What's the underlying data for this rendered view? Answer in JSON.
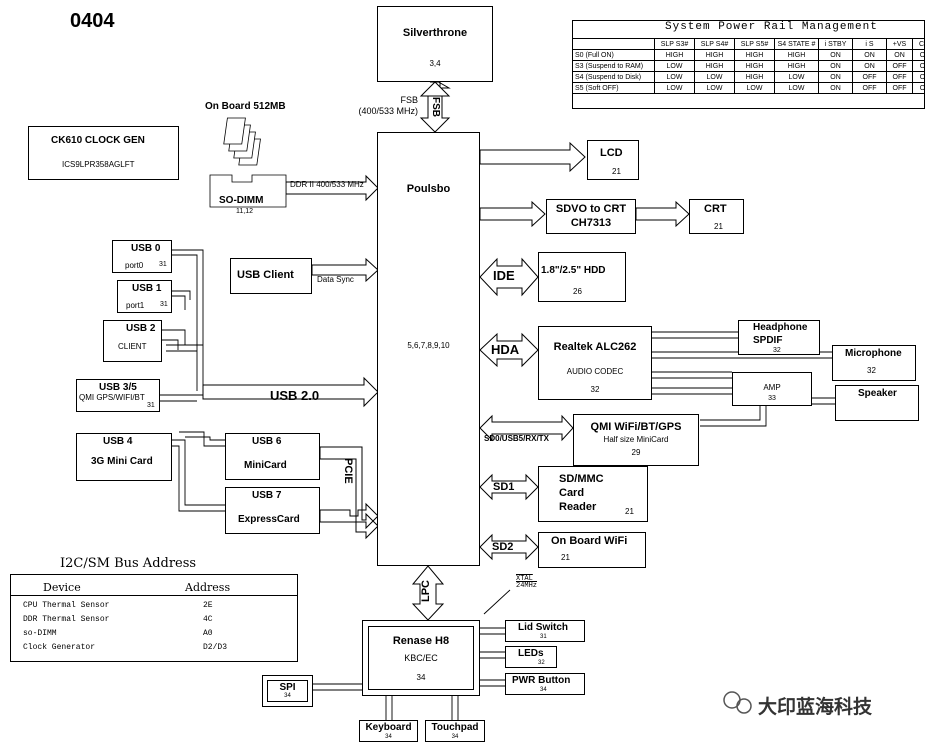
{
  "title": "0404",
  "cpu": {
    "name": "Silverthrone",
    "page": "3,4"
  },
  "fsb": {
    "label": "FSB",
    "speed": "(400/533 MHz)"
  },
  "memory": {
    "onboard": "On Board 512MB",
    "sodimm": "SO-DIMM",
    "sodimm_page": "11,12",
    "ddr": "DDR II  400/533 MHz"
  },
  "clock": {
    "title": "CK610 CLOCK GEN",
    "part": "ICS9LPR358AGLFT"
  },
  "chipset": {
    "name": "Poulsbo",
    "pages": "5,6,7,8,9,10"
  },
  "usb": {
    "usb0": "USB 0",
    "usb0_port": "port0",
    "usb0_page": "31",
    "usb1": "USB 1",
    "usb1_port": "port1",
    "usb1_page": "31",
    "usb2": "USB 2",
    "usb2_sub": "CLIENT",
    "usb35": "USB 3/5",
    "usb35_sub": "QMI GPS/WIFI/BT",
    "usb35_page": "31",
    "usb4": "USB 4",
    "usb4_sub": "3G Mini Card",
    "usb6": "USB 6",
    "usb6_sub": "MiniCard",
    "usb7": "USB 7",
    "usb7_sub": "ExpressCard",
    "client": "USB Client",
    "datasync": "Data Sync",
    "bus": "USB 2.0",
    "pcie": "PCIE"
  },
  "right": {
    "lcd": "LCD",
    "lcd_page": "21",
    "sdvo": "SDVO to CRT",
    "sdvo_chip": "CH7313",
    "crt": "CRT",
    "crt_page": "21",
    "ide": "IDE",
    "hdd": "1.8\"/2.5\" HDD",
    "hdd_page": "26",
    "hda": "HDA",
    "codec": "Realtek ALC262",
    "codec_sub": "AUDIO CODEC",
    "codec_page": "32",
    "headphone": "Headphone",
    "spdif": "SPDIF",
    "headphone_page": "32",
    "mic": "Microphone",
    "mic_page": "32",
    "amp": "AMP",
    "amp_page": "33",
    "speaker": "Speaker",
    "sdbus": "SD0/USB5/RX/TX",
    "qmi": "QMI WiFi/BT/GPS",
    "qmi_sub": "Half size MiniCard",
    "qmi_page": "29",
    "sd1": "SD1",
    "sdcard": "SD/MMC",
    "sdcard2": "Card",
    "sdcard3": "Reader",
    "sdcard_page": "21",
    "sd2": "SD2",
    "wifi": "On Board WiFi",
    "wifi_page": "21"
  },
  "kbc": {
    "lpc": "LPC",
    "name": "Renase H8",
    "sub": "KBC/EC",
    "page": "34",
    "xtal": "XTAL",
    "xtal_freq": "24MHz",
    "lid": "Lid Switch",
    "lid_page": "31",
    "leds": "LEDs",
    "leds_page": "32",
    "pwr": "PWR Button",
    "pwr_page": "34",
    "spi": "SPI",
    "spi_page": "34",
    "kb": "Keyboard",
    "kb_page": "34",
    "tp": "Touchpad",
    "tp_page": "34"
  },
  "power_table": {
    "title": "System Power Rail Management",
    "headers": [
      "",
      "SLP S3#",
      "SLP S4#",
      "SLP S5#",
      "S4 STATE #",
      "i STBY",
      "i S",
      "+VS",
      "CI"
    ],
    "rows": [
      [
        "S0  (Full ON)",
        "HIGH",
        "HIGH",
        "HIGH",
        "HIGH",
        "ON",
        "ON",
        "ON",
        "O"
      ],
      [
        "S3  (Suspend to RAM)",
        "LOW",
        "HIGH",
        "HIGH",
        "HIGH",
        "ON",
        "ON",
        "OFF",
        "O"
      ],
      [
        "S4  (Suspend to Disk)",
        "LOW",
        "LOW",
        "HIGH",
        "LOW",
        "ON",
        "OFF",
        "OFF",
        "O"
      ],
      [
        "S5  (Soft OFF)",
        "LOW",
        "LOW",
        "LOW",
        "LOW",
        "ON",
        "OFF",
        "OFF",
        "O"
      ]
    ]
  },
  "i2c": {
    "title": "I2C/SM Bus Address",
    "headers": [
      "Device",
      "Address"
    ],
    "rows": [
      [
        "CPU Thermal Sensor",
        "2E"
      ],
      [
        "DDR Thermal Sensor",
        "4C"
      ],
      [
        "so-DIMM",
        "A0"
      ],
      [
        "Clock Generator",
        "D2/D3"
      ]
    ]
  },
  "watermark": "大印蓝海科技"
}
